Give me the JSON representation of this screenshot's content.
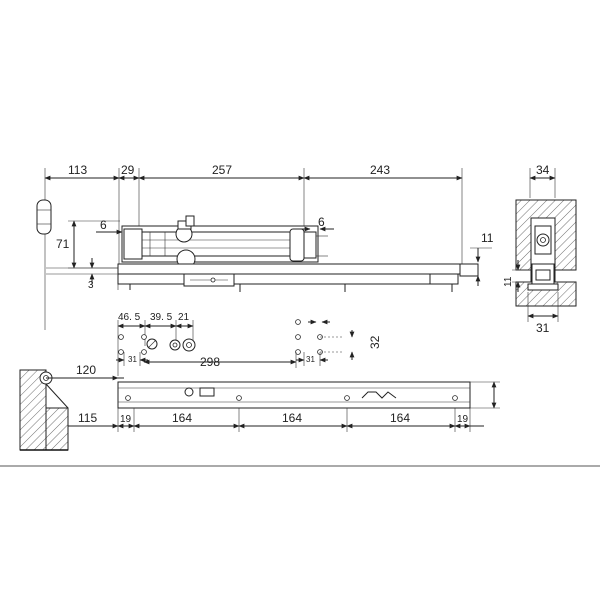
{
  "dimensions": {
    "d113": "113",
    "d29": "29",
    "d257": "257",
    "d243": "243",
    "d34": "34",
    "d6_left": "6",
    "d6_right": "6",
    "d71": "71",
    "d11_right": "11",
    "d3": "3",
    "d11_side": "11",
    "d31_side": "31",
    "d46_5": "46. 5",
    "d39_5": "39. 5",
    "d21": "21",
    "d31_plate_left": "31",
    "d298": "298",
    "d31_plate_right": "31",
    "d32": "32",
    "d120": "120",
    "d115": "115",
    "d19_left": "19",
    "d164_a": "164",
    "d164_b": "164",
    "d164_c": "164",
    "d19_right": "19"
  }
}
